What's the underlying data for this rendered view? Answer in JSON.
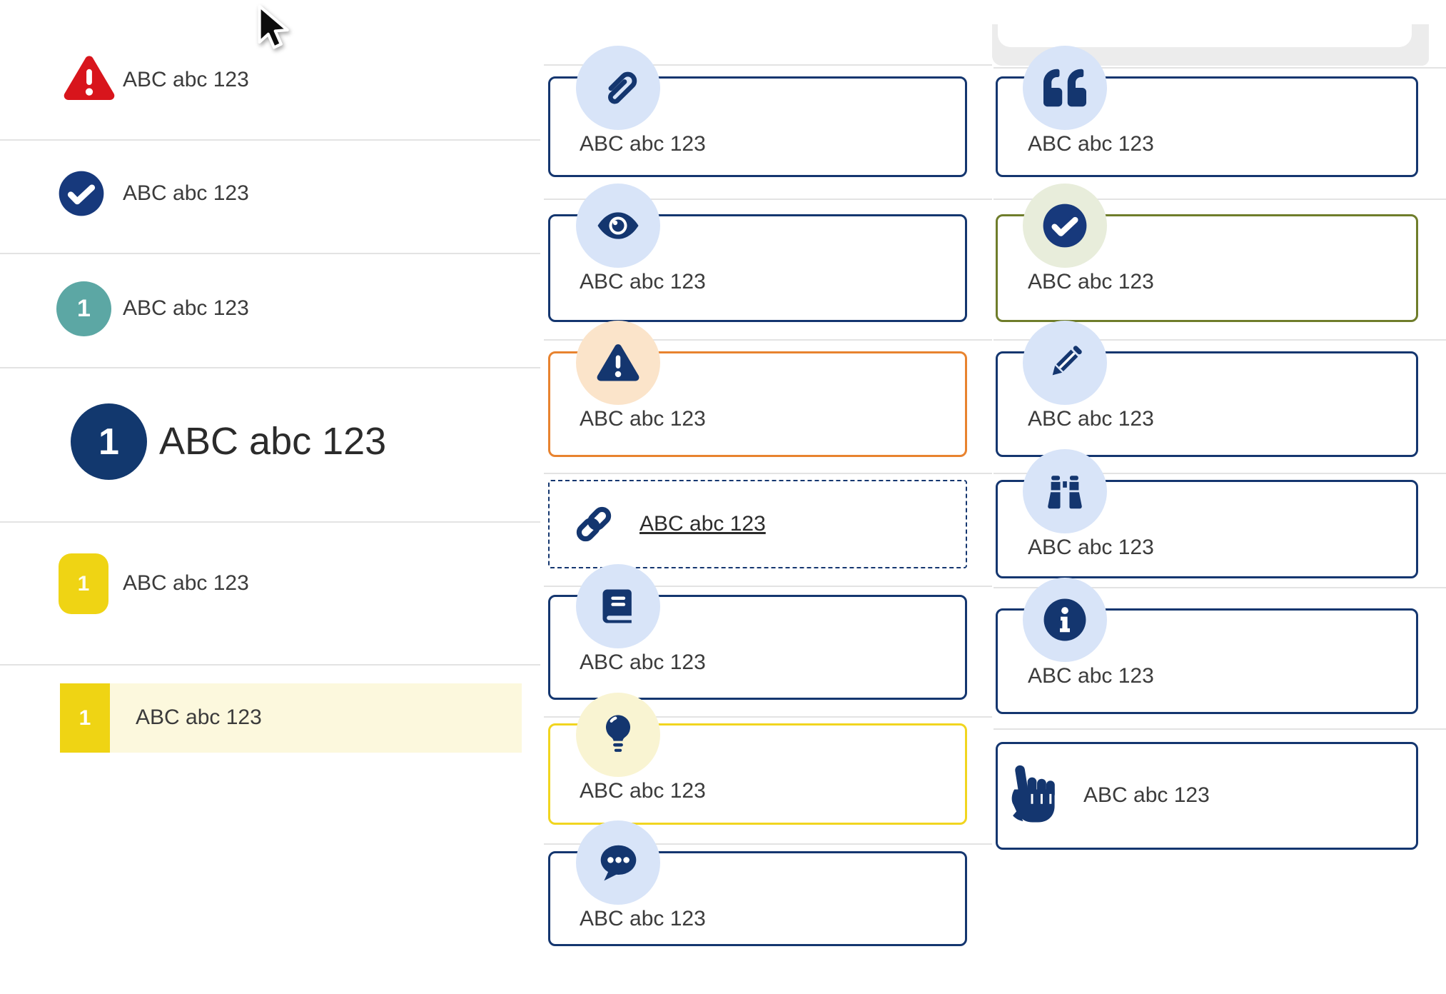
{
  "shared_label": "ABC abc 123",
  "left_list": {
    "items": [
      {
        "icon": "warning-triangle-icon",
        "label": "ABC abc 123"
      },
      {
        "icon": "check-circle-icon",
        "label": "ABC abc 123"
      },
      {
        "icon": "teal-number-badge",
        "badge": "1",
        "label": "ABC abc 123"
      },
      {
        "icon": "navy-number-badge-large",
        "badge": "1",
        "label": "ABC abc 123"
      },
      {
        "icon": "yellow-number-badge",
        "badge": "1",
        "label": "ABC abc 123"
      },
      {
        "icon": "yellow-number-badge-highlighted",
        "badge": "1",
        "label": "ABC abc 123"
      }
    ]
  },
  "middle_cards": [
    {
      "icon": "paperclip-icon",
      "variant": "navy",
      "label": "ABC abc 123"
    },
    {
      "icon": "eye-icon",
      "variant": "navy",
      "label": "ABC abc 123"
    },
    {
      "icon": "warning-triangle-icon",
      "variant": "orange",
      "label": "ABC abc 123"
    },
    {
      "icon": "link-icon",
      "variant": "dashed-link",
      "label": "ABC abc 123"
    },
    {
      "icon": "book-icon",
      "variant": "navy",
      "label": "ABC abc 123"
    },
    {
      "icon": "lightbulb-icon",
      "variant": "yellow",
      "label": "ABC abc 123"
    },
    {
      "icon": "speech-bubble-icon",
      "variant": "navy",
      "label": "ABC abc 123"
    }
  ],
  "right_cards": [
    {
      "icon": "quote-icon",
      "variant": "navy",
      "label": "ABC abc 123"
    },
    {
      "icon": "check-circle-icon",
      "variant": "olive",
      "label": "ABC abc 123"
    },
    {
      "icon": "pencil-icon",
      "variant": "navy",
      "label": "ABC abc 123"
    },
    {
      "icon": "binoculars-icon",
      "variant": "navy",
      "label": "ABC abc 123"
    },
    {
      "icon": "info-icon",
      "variant": "navy",
      "label": "ABC abc 123"
    },
    {
      "icon": "hand-pointer-icon",
      "variant": "navy-inline",
      "label": "ABC abc 123"
    }
  ],
  "colors": {
    "navy": "#14366f",
    "red": "#d8151c",
    "teal": "#5ca7a4",
    "orange": "#e8832f",
    "yellow_border": "#f1d51f",
    "olive": "#6f7d2b",
    "badge_yellow": "#efd414",
    "highlight_row": "#fcf8dd",
    "icon_circle_blue": "#d8e4f8",
    "icon_circle_peach": "#fbe4ca",
    "icon_circle_pale_yellow": "#f9f4d2",
    "icon_circle_sage": "#e8eddb",
    "divider": "#e3e3e3",
    "text": "#3b3b3b"
  }
}
